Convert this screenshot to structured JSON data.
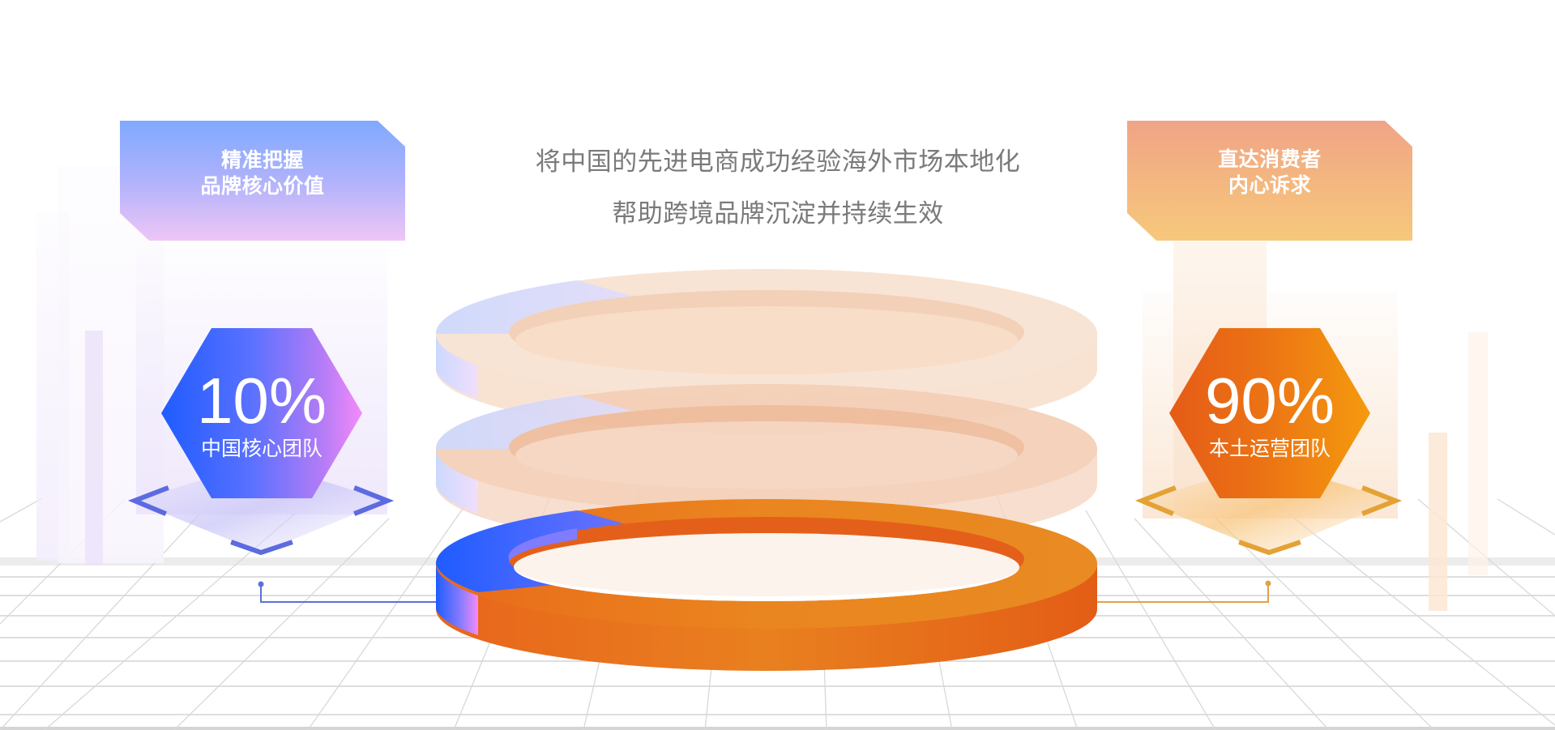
{
  "slide": {
    "headline": {
      "line1": "将中国的先进电商成功经验海外市场本地化",
      "line2": "帮助跨境品牌沉淀并持续生效"
    },
    "left_tag": {
      "text": "精准把握\n品牌核心价值"
    },
    "right_tag": {
      "text": "直达消费者\n内心诉求"
    },
    "left_stat": {
      "value": "10%",
      "label": "中国核心团队"
    },
    "right_stat": {
      "value": "90%",
      "label": "本土运营团队"
    }
  },
  "colors": {
    "blue_segment": "#1f5cff",
    "pink_segment": "#f58af9",
    "orange_segment": "#e8801c",
    "orange_dark": "#e55b17",
    "headline_text": "#7a7a7a",
    "blue_connector": "#5d6fd8",
    "orange_connector": "#e1a14a",
    "grid_line": "#dcdcdc"
  },
  "chart_data": {
    "type": "pie",
    "style": "3d-stacked-donut",
    "title": "将中国的先进电商成功经验海外市场本地化 / 帮助跨境品牌沉淀并持续生效",
    "categories": [
      "中国核心团队",
      "本土运营团队"
    ],
    "values": [
      10,
      90
    ],
    "unit": "%",
    "series_colors": [
      "#1f5cff",
      "#e8801c"
    ],
    "annotations": [
      {
        "target": "中国核心团队",
        "text": "精准把握品牌核心价值"
      },
      {
        "target": "本土运营团队",
        "text": "直达消费者内心诉求"
      }
    ],
    "layers": 3,
    "legend": "none"
  }
}
